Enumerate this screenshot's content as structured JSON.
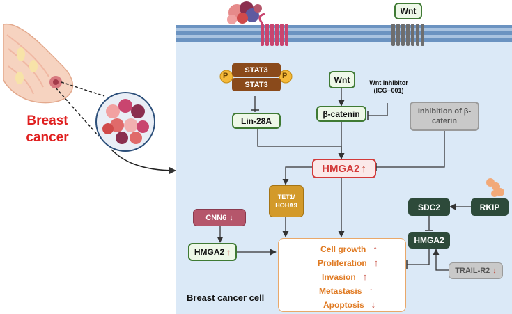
{
  "title": "Breast cancer",
  "cell_label": "Breast cancer cell",
  "wnt_receptor": "Wnt",
  "stat3_top": "STAT3",
  "stat3_bottom": "STAT3",
  "phospho": "P",
  "lin28a": "Lin-28A",
  "wnt": "Wnt",
  "wnt_inhibitor": "Wnt  inhibitor\n(ICG--001)",
  "beta_catenin": "β-catenin",
  "inhibition_beta": "Inhibition of β-\ncaterin",
  "hmga2_center": "HMGA2",
  "tet1": "TET1/\nHOHA9",
  "cnn6": "CNN6",
  "hmga2_left": "HMGA2",
  "sdc2": "SDC2",
  "rkip": "RKIP",
  "hmga2_right": "HMGA2",
  "trail_r2": "TRAIL-R2",
  "outcomes": [
    {
      "label": "Cell growth",
      "direction": "up"
    },
    {
      "label": "Proliferation",
      "direction": "up"
    },
    {
      "label": "Invasion",
      "direction": "up"
    },
    {
      "label": "Metastasis",
      "direction": "up"
    },
    {
      "label": "Apoptosis",
      "direction": "down"
    }
  ],
  "colors": {
    "membrane": "#5b86b8",
    "cell_bg": "#dbe9f7",
    "green_border": "#3f7a34",
    "stat3": "#8a4a1b",
    "hmga2_red": "#d33a3a",
    "arrow_up": "#c0392b",
    "orange_text": "#e07a22",
    "cnn6": "#b5566b",
    "tet1": "#d39a2a",
    "dark_green": "#2d4a3a",
    "gray_box": "#bfbfbf"
  }
}
